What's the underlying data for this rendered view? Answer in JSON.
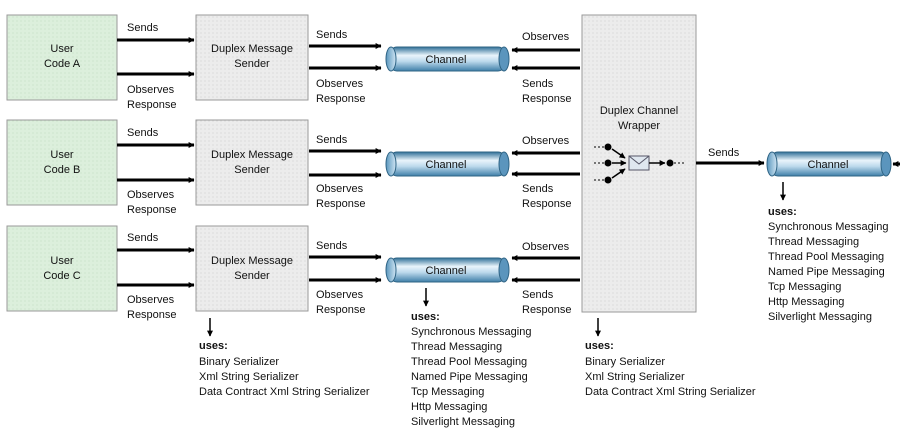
{
  "user_codes": [
    {
      "line1": "User",
      "line2": "Code A"
    },
    {
      "line1": "User",
      "line2": "Code B"
    },
    {
      "line1": "User",
      "line2": "Code C"
    }
  ],
  "sender": {
    "line1": "Duplex Message",
    "line2": "Sender"
  },
  "channel_label": "Channel",
  "wrapper": {
    "line1": "Duplex Channel",
    "line2": "Wrapper"
  },
  "labels": {
    "sends": "Sends",
    "observes": "Observes",
    "response": "Response"
  },
  "uses_title": "uses:",
  "serializers": [
    "Binary Serializer",
    "Xml String Serializer",
    "Data Contract Xml String Serializer"
  ],
  "messaging": [
    "Synchronous Messaging",
    "Thread Messaging",
    "Thread Pool Messaging",
    "Named Pipe Messaging",
    "Tcp Messaging",
    "Http Messaging",
    "Silverlight Messaging"
  ],
  "colors": {
    "user_fill": "#dcefdc",
    "sender_fill": "#ededed",
    "wrapper_fill": "#e6e6e6",
    "channel_light": "#e8f3fa",
    "channel_dark": "#4f8fb8"
  }
}
